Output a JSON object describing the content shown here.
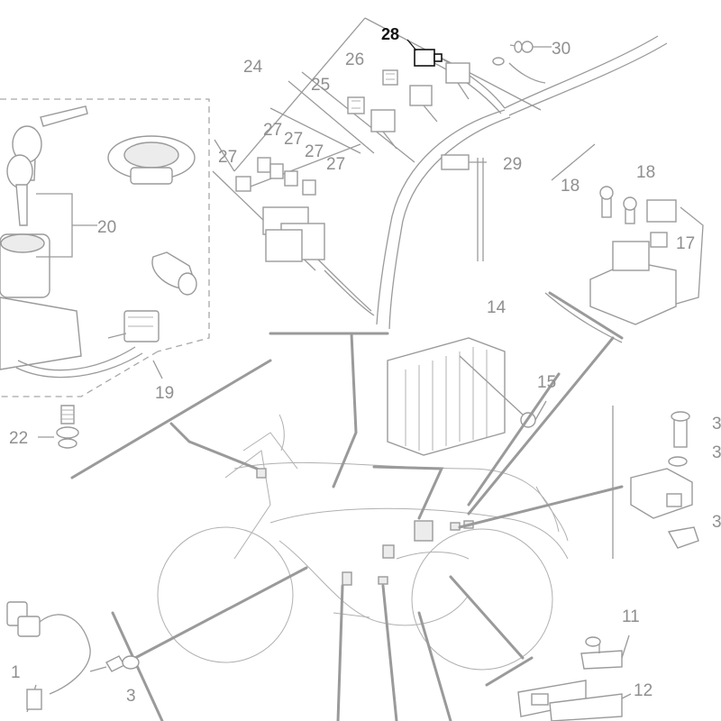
{
  "diagram": {
    "highlight_part": "28",
    "colors": {
      "line": "#9a9a9a",
      "label": "#8f8f8f",
      "highlight": "#111111",
      "background": "#ffffff"
    },
    "callouts": {
      "p1": "1",
      "p3": "3",
      "p11": "11",
      "p12": "12",
      "p14": "14",
      "p15": "15",
      "p17": "17",
      "p18a": "18",
      "p18b": "18",
      "p19": "19",
      "p20": "20",
      "p22": "22",
      "p24": "24",
      "p25": "25",
      "p26": "26",
      "p27a": "27",
      "p27b": "27",
      "p27c": "27",
      "p27d": "27",
      "p27e": "27",
      "p28": "28",
      "p29": "29",
      "p30": "30",
      "p3r1": "3",
      "p3r2": "3",
      "p3r3": "3"
    }
  }
}
